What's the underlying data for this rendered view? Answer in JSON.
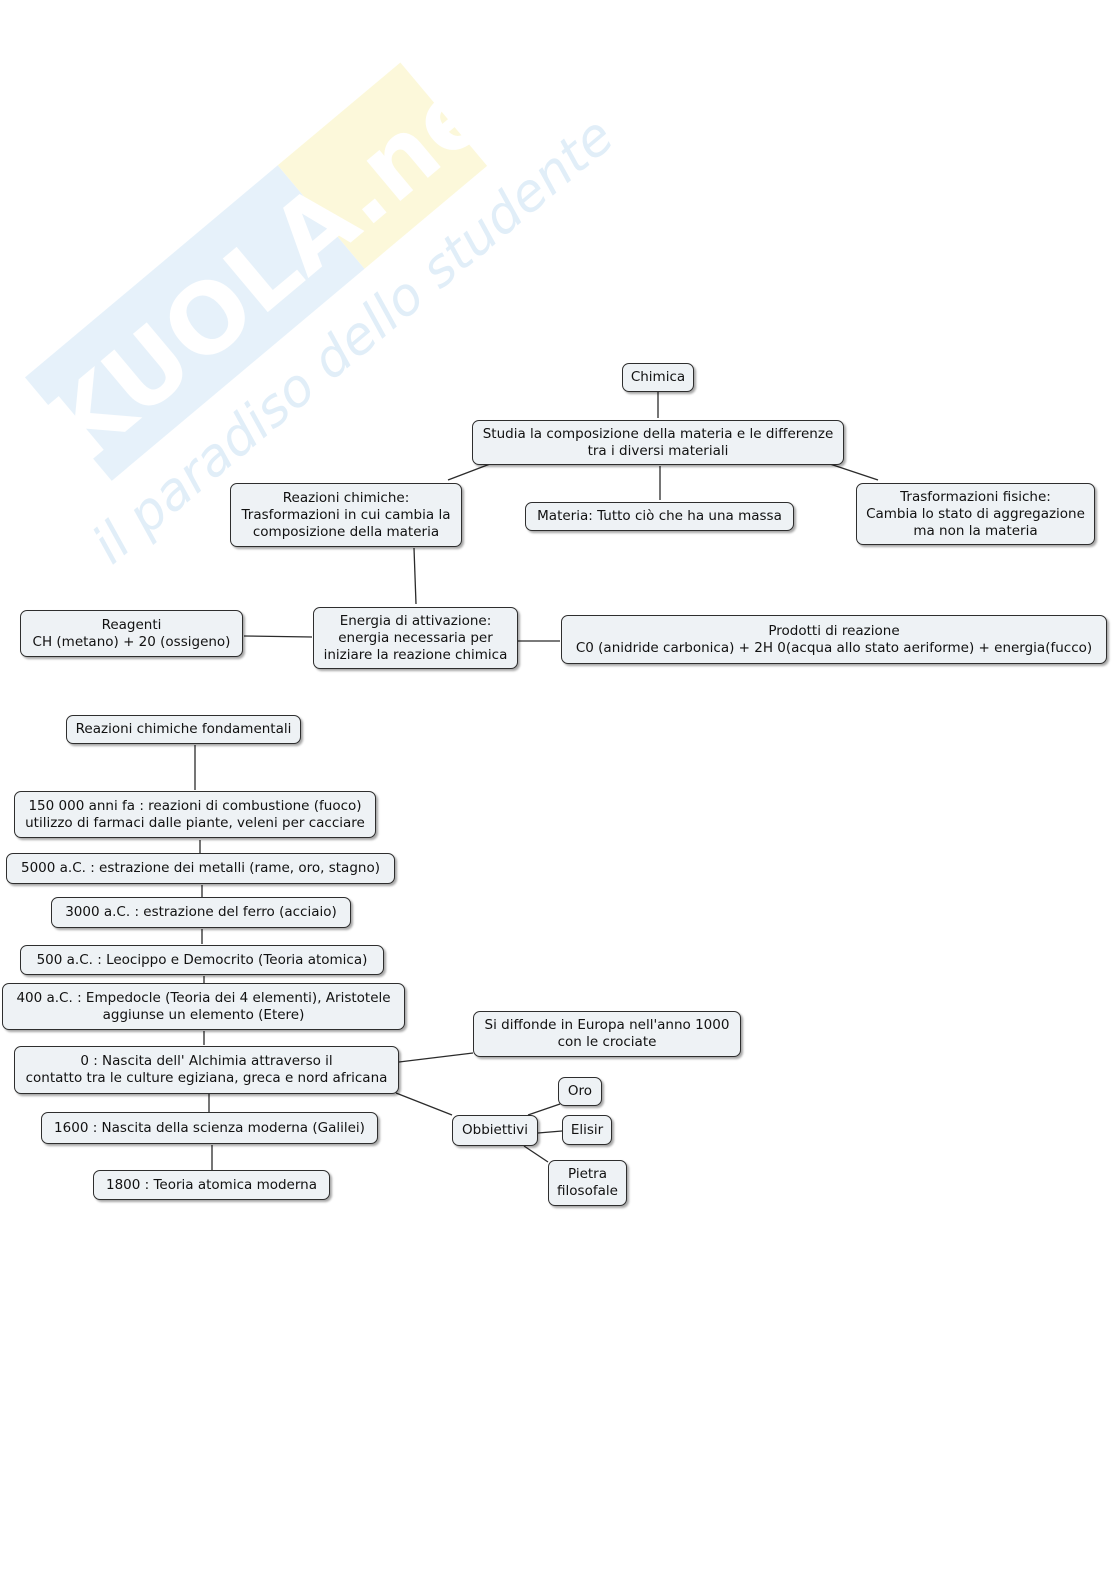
{
  "watermark": {
    "brand": "SKUOLA.net",
    "tagline": "il paradiso dello studente"
  },
  "map1": {
    "chimica": "Chimica",
    "studia": [
      "Studia la composizione della materia e le differenze",
      "tra i diversi materiali"
    ],
    "reazioni": [
      "Reazioni chimiche:",
      "Trasformazioni in cui cambia la",
      "composizione della materia"
    ],
    "materia": "Materia: Tutto ciò che ha una massa",
    "trasformazioni": [
      "Trasformazioni fisiche:",
      "Cambia lo stato di aggregazione",
      "ma non la materia"
    ],
    "reagenti": [
      "Reagenti",
      "CH (metano) + 20 (ossigeno)"
    ],
    "energia": [
      "Energia di attivazione:",
      "energia necessaria per",
      "iniziare la reazione chimica"
    ],
    "prodotti": [
      "Prodotti di reazione",
      "C0 (anidride carbonica) + 2H 0(acqua allo stato aeriforme) + energia(fucco)"
    ]
  },
  "map2": {
    "root": "Reazioni chimiche fondamentali",
    "t150000": [
      "150 000 anni fa : reazioni di combustione (fuoco)",
      "utilizzo di farmaci dalle piante, veleni per cacciare"
    ],
    "t5000": "5000 a.C. : estrazione dei metalli (rame, oro, stagno)",
    "t3000": "3000 a.C. : estrazione del ferro (acciaio)",
    "t500": "500 a.C. : Leocippo e Democrito (Teoria atomica)",
    "t400": [
      "400 a.C. : Empedocle (Teoria dei 4 elementi), Aristotele",
      "aggiunse un elemento (Etere)"
    ],
    "t0": [
      "0 : Nascita dell' Alchimia attraverso il",
      "contatto tra le culture egiziana, greca e nord africana"
    ],
    "europa": [
      "Si diffonde in Europa nell'anno 1000",
      "con le crociate"
    ],
    "obbiettivi": "Obbiettivi",
    "oro": "Oro",
    "elisir": "Elisir",
    "pietra": [
      "Pietra",
      "filosofale"
    ],
    "t1600": "1600 : Nascita della scienza moderna (Galilei)",
    "t1800": "1800 : Teoria atomica moderna"
  }
}
